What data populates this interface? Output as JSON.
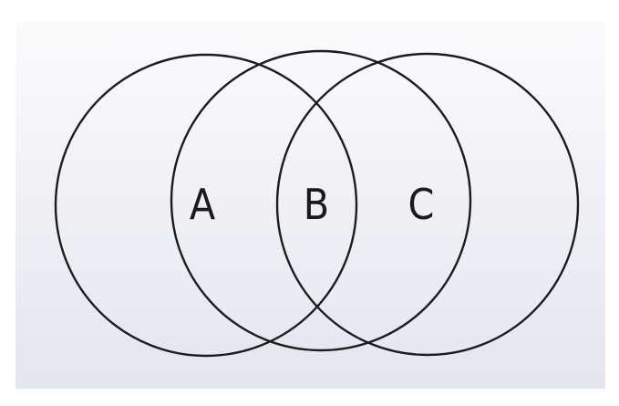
{
  "diagram": {
    "type": "venn-three-circles",
    "background": {
      "top_color": "#fafbfd",
      "bottom_color": "#e3e6ef"
    },
    "stroke_color": "#1c1c1c",
    "labels": {
      "a": "A",
      "b": "B",
      "c": "C"
    }
  }
}
